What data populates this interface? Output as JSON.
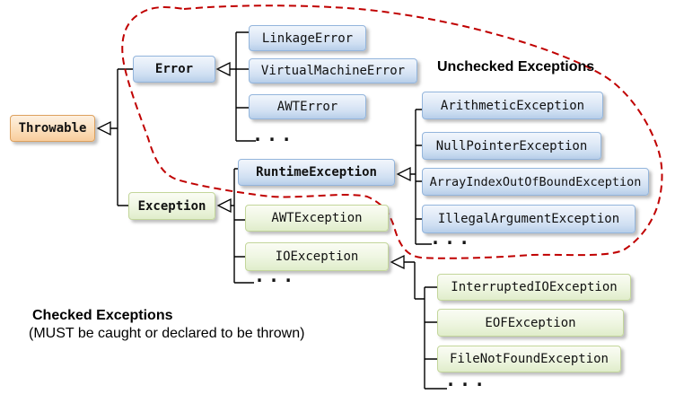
{
  "nodes": [
    {
      "id": "throwable",
      "label": "Throwable",
      "parent": null,
      "group": "root"
    },
    {
      "id": "error",
      "label": "Error",
      "parent": "Throwable",
      "group": "unchecked"
    },
    {
      "id": "exception",
      "label": "Exception",
      "parent": "Throwable",
      "group": "checked"
    },
    {
      "id": "linkage_error",
      "label": "LinkageError",
      "parent": "Error",
      "group": "unchecked"
    },
    {
      "id": "virtual_machine_error",
      "label": "VirtualMachineError",
      "parent": "Error",
      "group": "unchecked"
    },
    {
      "id": "awt_error",
      "label": "AWTError",
      "parent": "Error",
      "group": "unchecked"
    },
    {
      "id": "runtime_exception",
      "label": "RuntimeException",
      "parent": "Exception",
      "group": "unchecked"
    },
    {
      "id": "awt_exception",
      "label": "AWTException",
      "parent": "Exception",
      "group": "checked"
    },
    {
      "id": "io_exception",
      "label": "IOException",
      "parent": "Exception",
      "group": "checked"
    },
    {
      "id": "arithmetic_exception",
      "label": "ArithmeticException",
      "parent": "RuntimeException",
      "group": "unchecked"
    },
    {
      "id": "null_pointer_exception",
      "label": "NullPointerException",
      "parent": "RuntimeException",
      "group": "unchecked"
    },
    {
      "id": "array_index_out_of_bound_exception",
      "label": "ArrayIndexOutOfBoundException",
      "parent": "RuntimeException",
      "group": "unchecked"
    },
    {
      "id": "illegal_argument_exception",
      "label": "IllegalArgumentException",
      "parent": "RuntimeException",
      "group": "unchecked"
    },
    {
      "id": "interrupted_io_exception",
      "label": "InterruptedIOException",
      "parent": "IOException",
      "group": "checked"
    },
    {
      "id": "eof_exception",
      "label": "EOFException",
      "parent": "IOException",
      "group": "checked"
    },
    {
      "id": "file_not_found_exception",
      "label": "FileNotFoundException",
      "parent": "IOException",
      "group": "checked"
    }
  ],
  "ellipsis": "...",
  "annotations": {
    "unchecked": "Unchecked Exceptions",
    "checked_title": "Checked Exceptions",
    "checked_note": "(MUST be caught or declared to be thrown)"
  },
  "colors": {
    "unchecked_region_outline": "#c00000",
    "blue_node_border": "#93b5dc",
    "green_node_border": "#c3d69b",
    "root_node_border": "#dda15e",
    "connector": "#000000"
  }
}
